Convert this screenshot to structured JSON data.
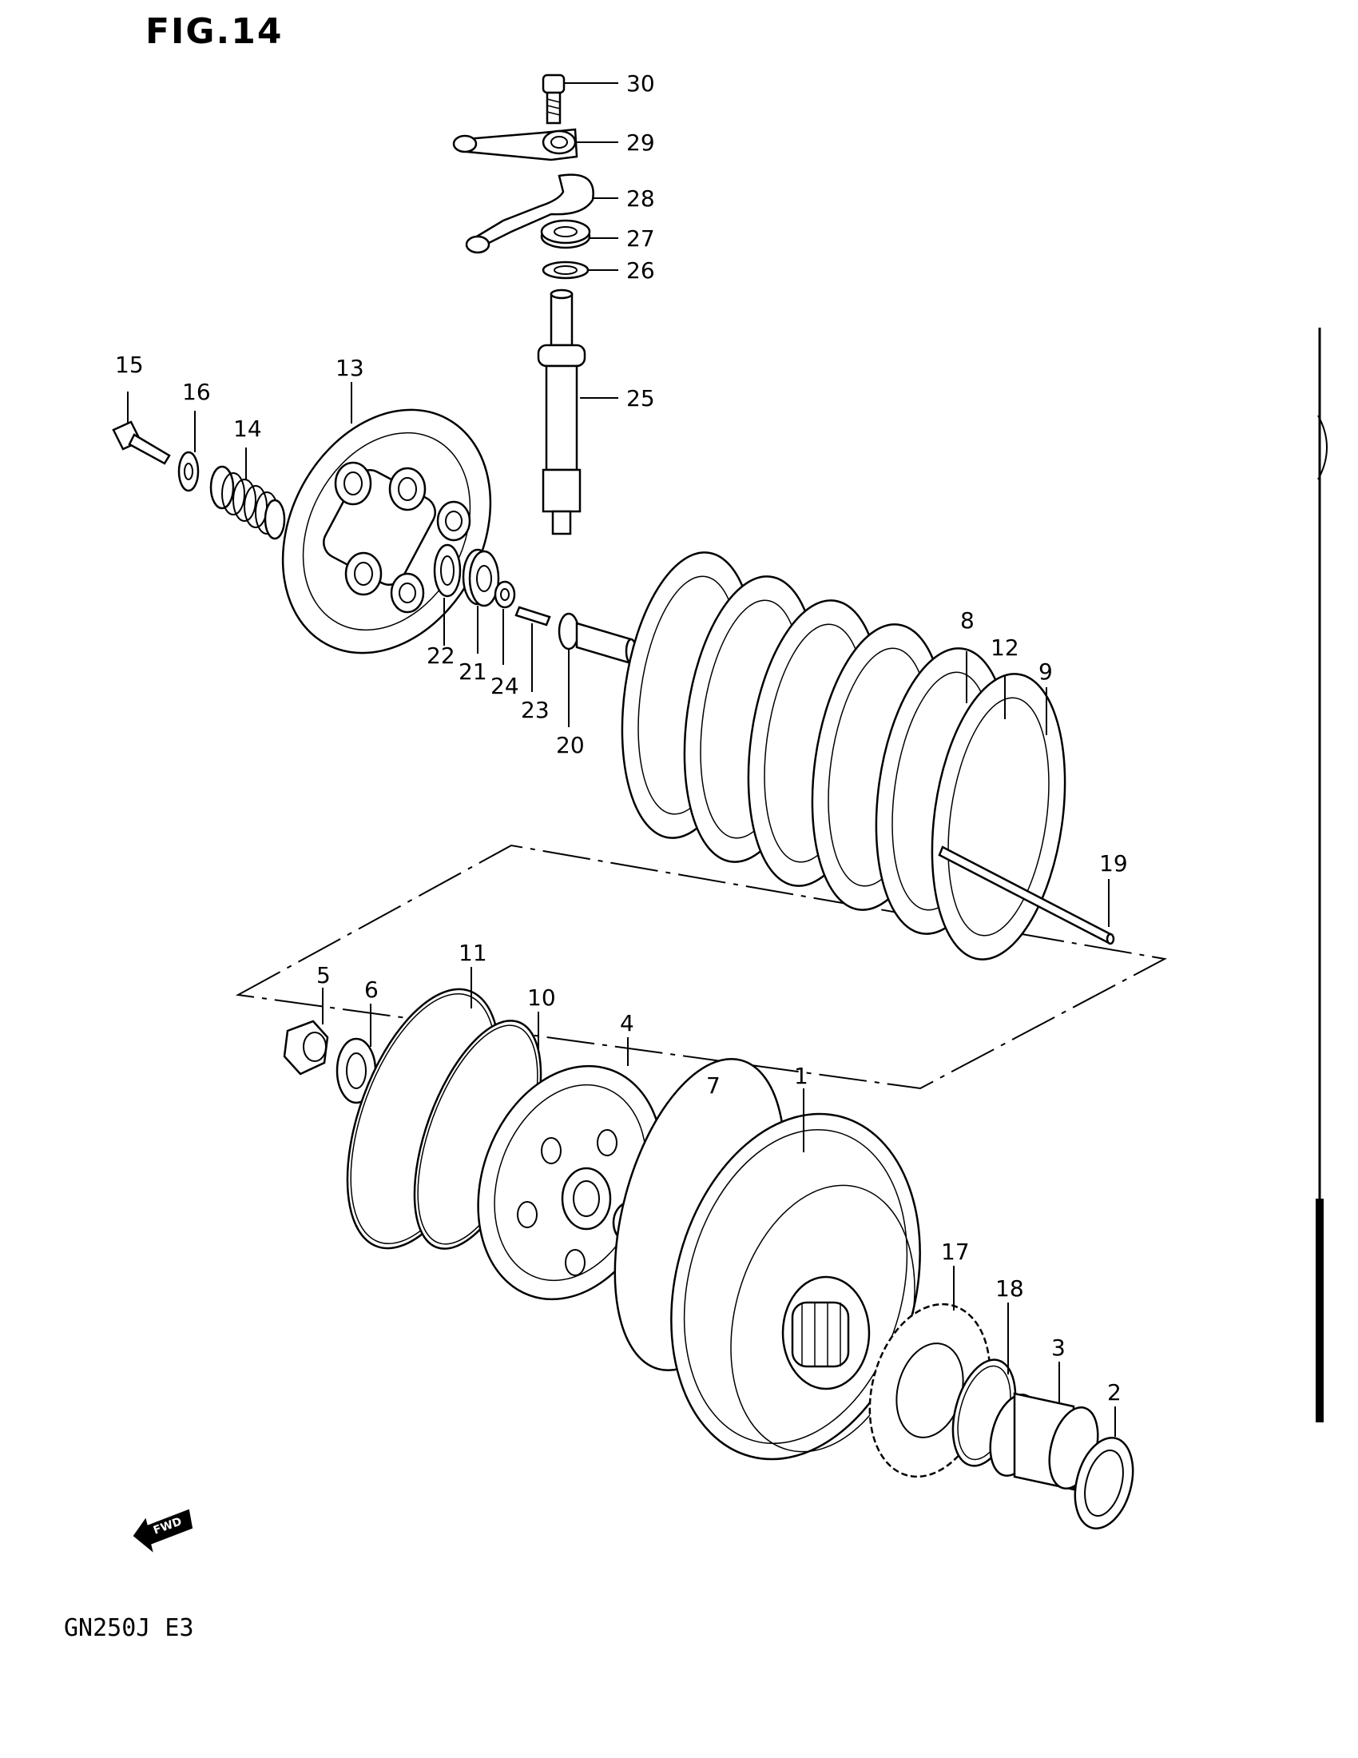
{
  "figure": {
    "title": "FIG.14",
    "model_code": "GN250J E3"
  },
  "fwd_label": "FWD",
  "callouts": [
    "1",
    "2",
    "3",
    "4",
    "5",
    "6",
    "7",
    "8",
    "9",
    "10",
    "11",
    "12",
    "13",
    "14",
    "15",
    "16",
    "17",
    "18",
    "19",
    "20",
    "21",
    "22",
    "23",
    "24",
    "25",
    "26",
    "27",
    "28",
    "29",
    "30"
  ]
}
